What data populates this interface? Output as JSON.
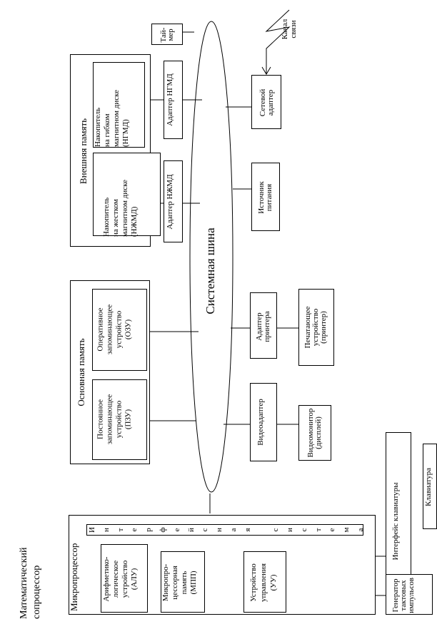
{
  "bus": {
    "label": "Системная шина"
  },
  "timer": {
    "lines": [
      "Тай-",
      "мер"
    ]
  },
  "channel": {
    "lines": [
      "Канал",
      "связи"
    ]
  },
  "network_adapter": {
    "lines": [
      "Сетевой",
      "адаптер"
    ]
  },
  "power_supply": {
    "lines": [
      "Источник",
      "питания"
    ]
  },
  "printer_adapter": {
    "lines": [
      "Адаптер",
      "принтера"
    ]
  },
  "printer": {
    "lines": [
      "Печатающее",
      "устройство",
      "(принтер)"
    ]
  },
  "video_adapter": {
    "label": "Видеоадаптер"
  },
  "video_monitor": {
    "lines": [
      "Видеомонитор",
      "(дисплей)"
    ]
  },
  "keyboard_interface": {
    "label": "Интерфейс клавиатуры"
  },
  "keyboard": {
    "label": "Клавиатура"
  },
  "clock_generator": {
    "lines": [
      "Генератор",
      "тактовых",
      "импульсов"
    ]
  },
  "fdd_adapter": {
    "label": "Адаптер НГМД"
  },
  "hdd_adapter": {
    "label": "Адаптер НЖМД"
  },
  "external_memory": {
    "title": "Внешняя память",
    "fdd": {
      "lines": [
        "Накопитель",
        "на гибком",
        "магнитном диске",
        "(НГМД)"
      ]
    },
    "hdd": {
      "lines": [
        "Накопитель",
        "на жестком",
        "магнитном диске",
        "(НЖМД)"
      ]
    }
  },
  "main_memory": {
    "title": "Основная память",
    "ram": {
      "lines": [
        "Оперативное",
        "запоминающее",
        "устройство",
        "(ОЗУ)"
      ]
    },
    "rom": {
      "lines": [
        "Постоянное",
        "запоминающее",
        "устройство",
        "(ПЗУ)"
      ]
    }
  },
  "math_coprocessor": {
    "lines": [
      "Математический",
      "сопроцессор"
    ]
  },
  "microprocessor": {
    "title": "Микропроцессор",
    "alu": {
      "lines": [
        "Арифметико-",
        "логическое",
        "устройство",
        "(АЛУ)"
      ]
    },
    "mpp": {
      "lines": [
        "Микропро-",
        "цессорная",
        "память",
        "(МПП)"
      ]
    },
    "cu": {
      "lines": [
        "Устройство",
        "управления",
        "(УУ)"
      ]
    },
    "interface": {
      "letters": [
        "И",
        "н",
        "т",
        "е",
        "р",
        "ф",
        "е",
        "й",
        "с",
        "н",
        "а",
        "я",
        " ",
        "с",
        "и",
        "с",
        "т",
        "е",
        "м",
        "а"
      ]
    }
  }
}
